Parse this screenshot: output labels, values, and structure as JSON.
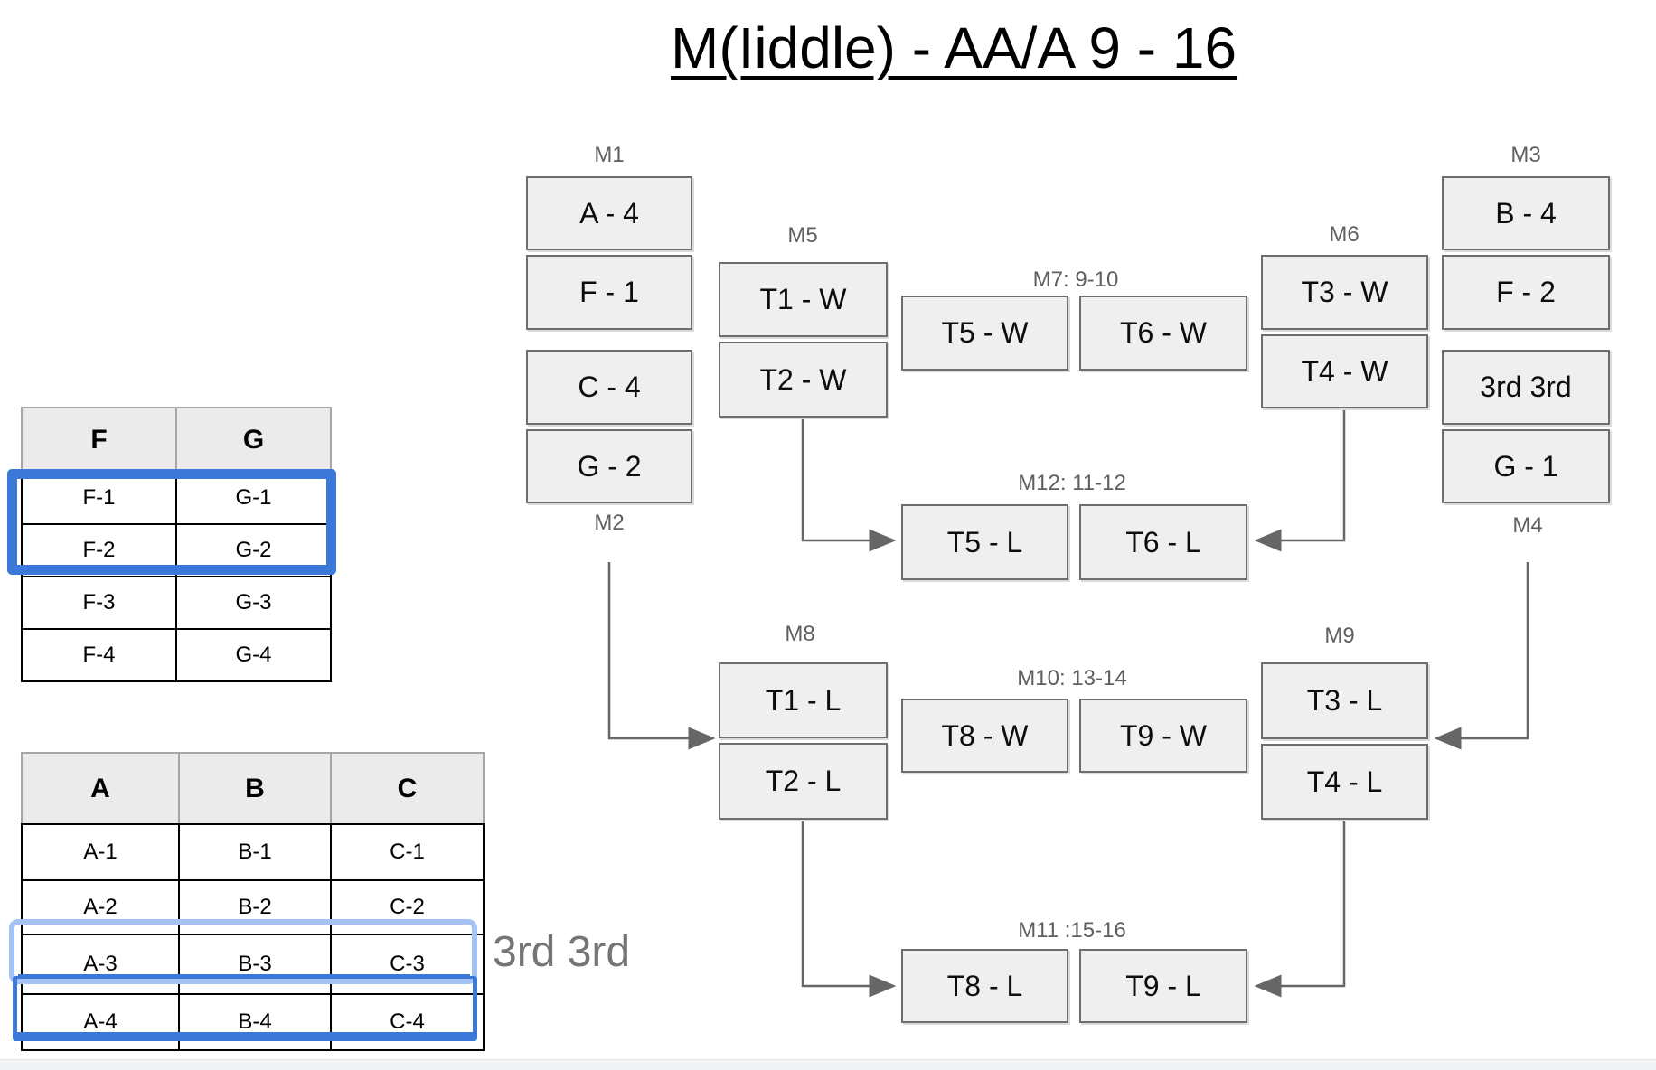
{
  "title": "M(Iiddle) - AA/A 9 - 16",
  "annotation_3rd": "3rd 3rd",
  "tables": {
    "fg": {
      "headers": [
        "F",
        "G"
      ],
      "rows": [
        [
          "F-1",
          "G-1"
        ],
        [
          "F-2",
          "G-2"
        ],
        [
          "F-3",
          "G-3"
        ],
        [
          "F-4",
          "G-4"
        ]
      ]
    },
    "abc": {
      "headers": [
        "A",
        "B",
        "C"
      ],
      "rows": [
        [
          "A-1",
          "B-1",
          "C-1"
        ],
        [
          "A-2",
          "B-2",
          "C-2"
        ],
        [
          "A-3",
          "B-3",
          "C-3"
        ],
        [
          "A-4",
          "B-4",
          "C-4"
        ]
      ]
    }
  },
  "bracket": {
    "labels": {
      "m1": "M1",
      "m2": "M2",
      "m3": "M3",
      "m4": "M4",
      "m5": "M5",
      "m6": "M6",
      "m7": "M7: 9-10",
      "m8": "M8",
      "m9": "M9",
      "m10": "M10: 13-14",
      "m11": "M11 :15-16",
      "m12": "M12: 11-12"
    },
    "boxes": {
      "a4": "A - 4",
      "f1": "F - 1",
      "c4": "C - 4",
      "g2": "G - 2",
      "b4": "B - 4",
      "f2": "F - 2",
      "third": "3rd 3rd",
      "g1": "G - 1",
      "t1w": "T1 - W",
      "t2w": "T2 - W",
      "t3w": "T3 - W",
      "t4w": "T4 - W",
      "t5w": "T5 - W",
      "t6w": "T6 - W",
      "t5l": "T5 - L",
      "t6l": "T6 - L",
      "t1l": "T1 - L",
      "t2l": "T2 - L",
      "t3l": "T3 - L",
      "t4l": "T4 - L",
      "t8w": "T8 - W",
      "t9w": "T9 - W",
      "t8l": "T8 - L",
      "t9l": "T9 - L"
    }
  },
  "colors": {
    "highlight_blue": "#3c78d8",
    "highlight_light_blue": "#a4c2f4",
    "box_fill": "#efefef",
    "box_border": "#6e6e6e",
    "label_gray": "#5f5f5f",
    "connector_gray": "#666666"
  }
}
